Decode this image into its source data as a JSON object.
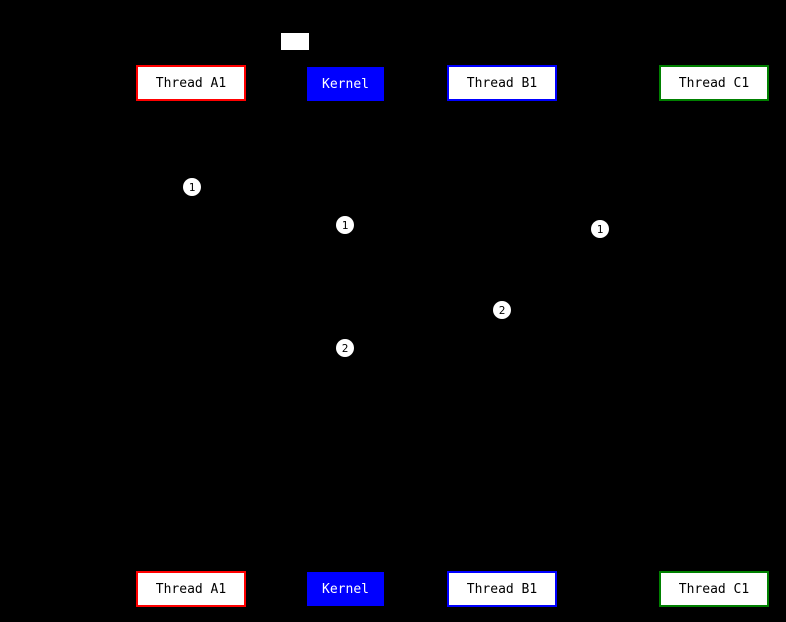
{
  "diagram": {
    "type": "sequence-diagram",
    "background": "#000000"
  },
  "colors": {
    "background": "#000000",
    "thread_a_border": "#ff0000",
    "kernel_fill": "#0000ff",
    "thread_b_border": "#0000ff",
    "thread_c_border": "#008000",
    "box_fill": "#ffffff",
    "marker_fill": "#ffffff"
  },
  "lifelines": [
    {
      "label": "Thread A1",
      "border_color": "#ff0000"
    },
    {
      "label": "Kernel",
      "fill_color": "#0000ff"
    },
    {
      "label": "Thread B1",
      "border_color": "#0000ff"
    },
    {
      "label": "Thread C1",
      "border_color": "#008000"
    }
  ],
  "markers": [
    {
      "label": "1"
    },
    {
      "label": "1"
    },
    {
      "label": "1"
    },
    {
      "label": "2"
    },
    {
      "label": "2"
    }
  ],
  "note": {
    "label": ""
  }
}
